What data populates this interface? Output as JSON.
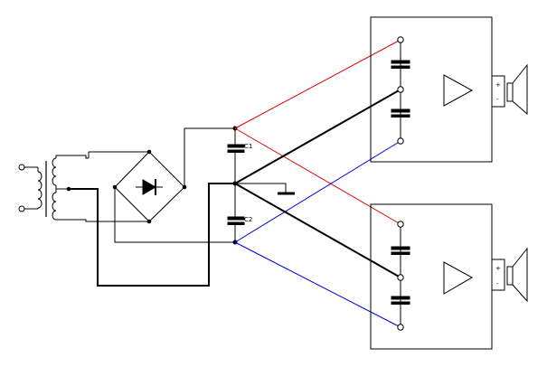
{
  "components": {
    "c1": {
      "label": "C1"
    },
    "c2": {
      "label": "C2"
    }
  },
  "amplifiers": [
    {
      "id": "amp-top",
      "speaker_terminals": {
        "positive": "+",
        "negative": "-"
      }
    },
    {
      "id": "amp-bottom",
      "speaker_terminals": {
        "positive": "+",
        "negative": "-"
      }
    }
  ],
  "colors": {
    "positive_rail": "#e00000",
    "negative_rail": "#0000e0",
    "ground": "#000000",
    "wire": "#000000"
  }
}
